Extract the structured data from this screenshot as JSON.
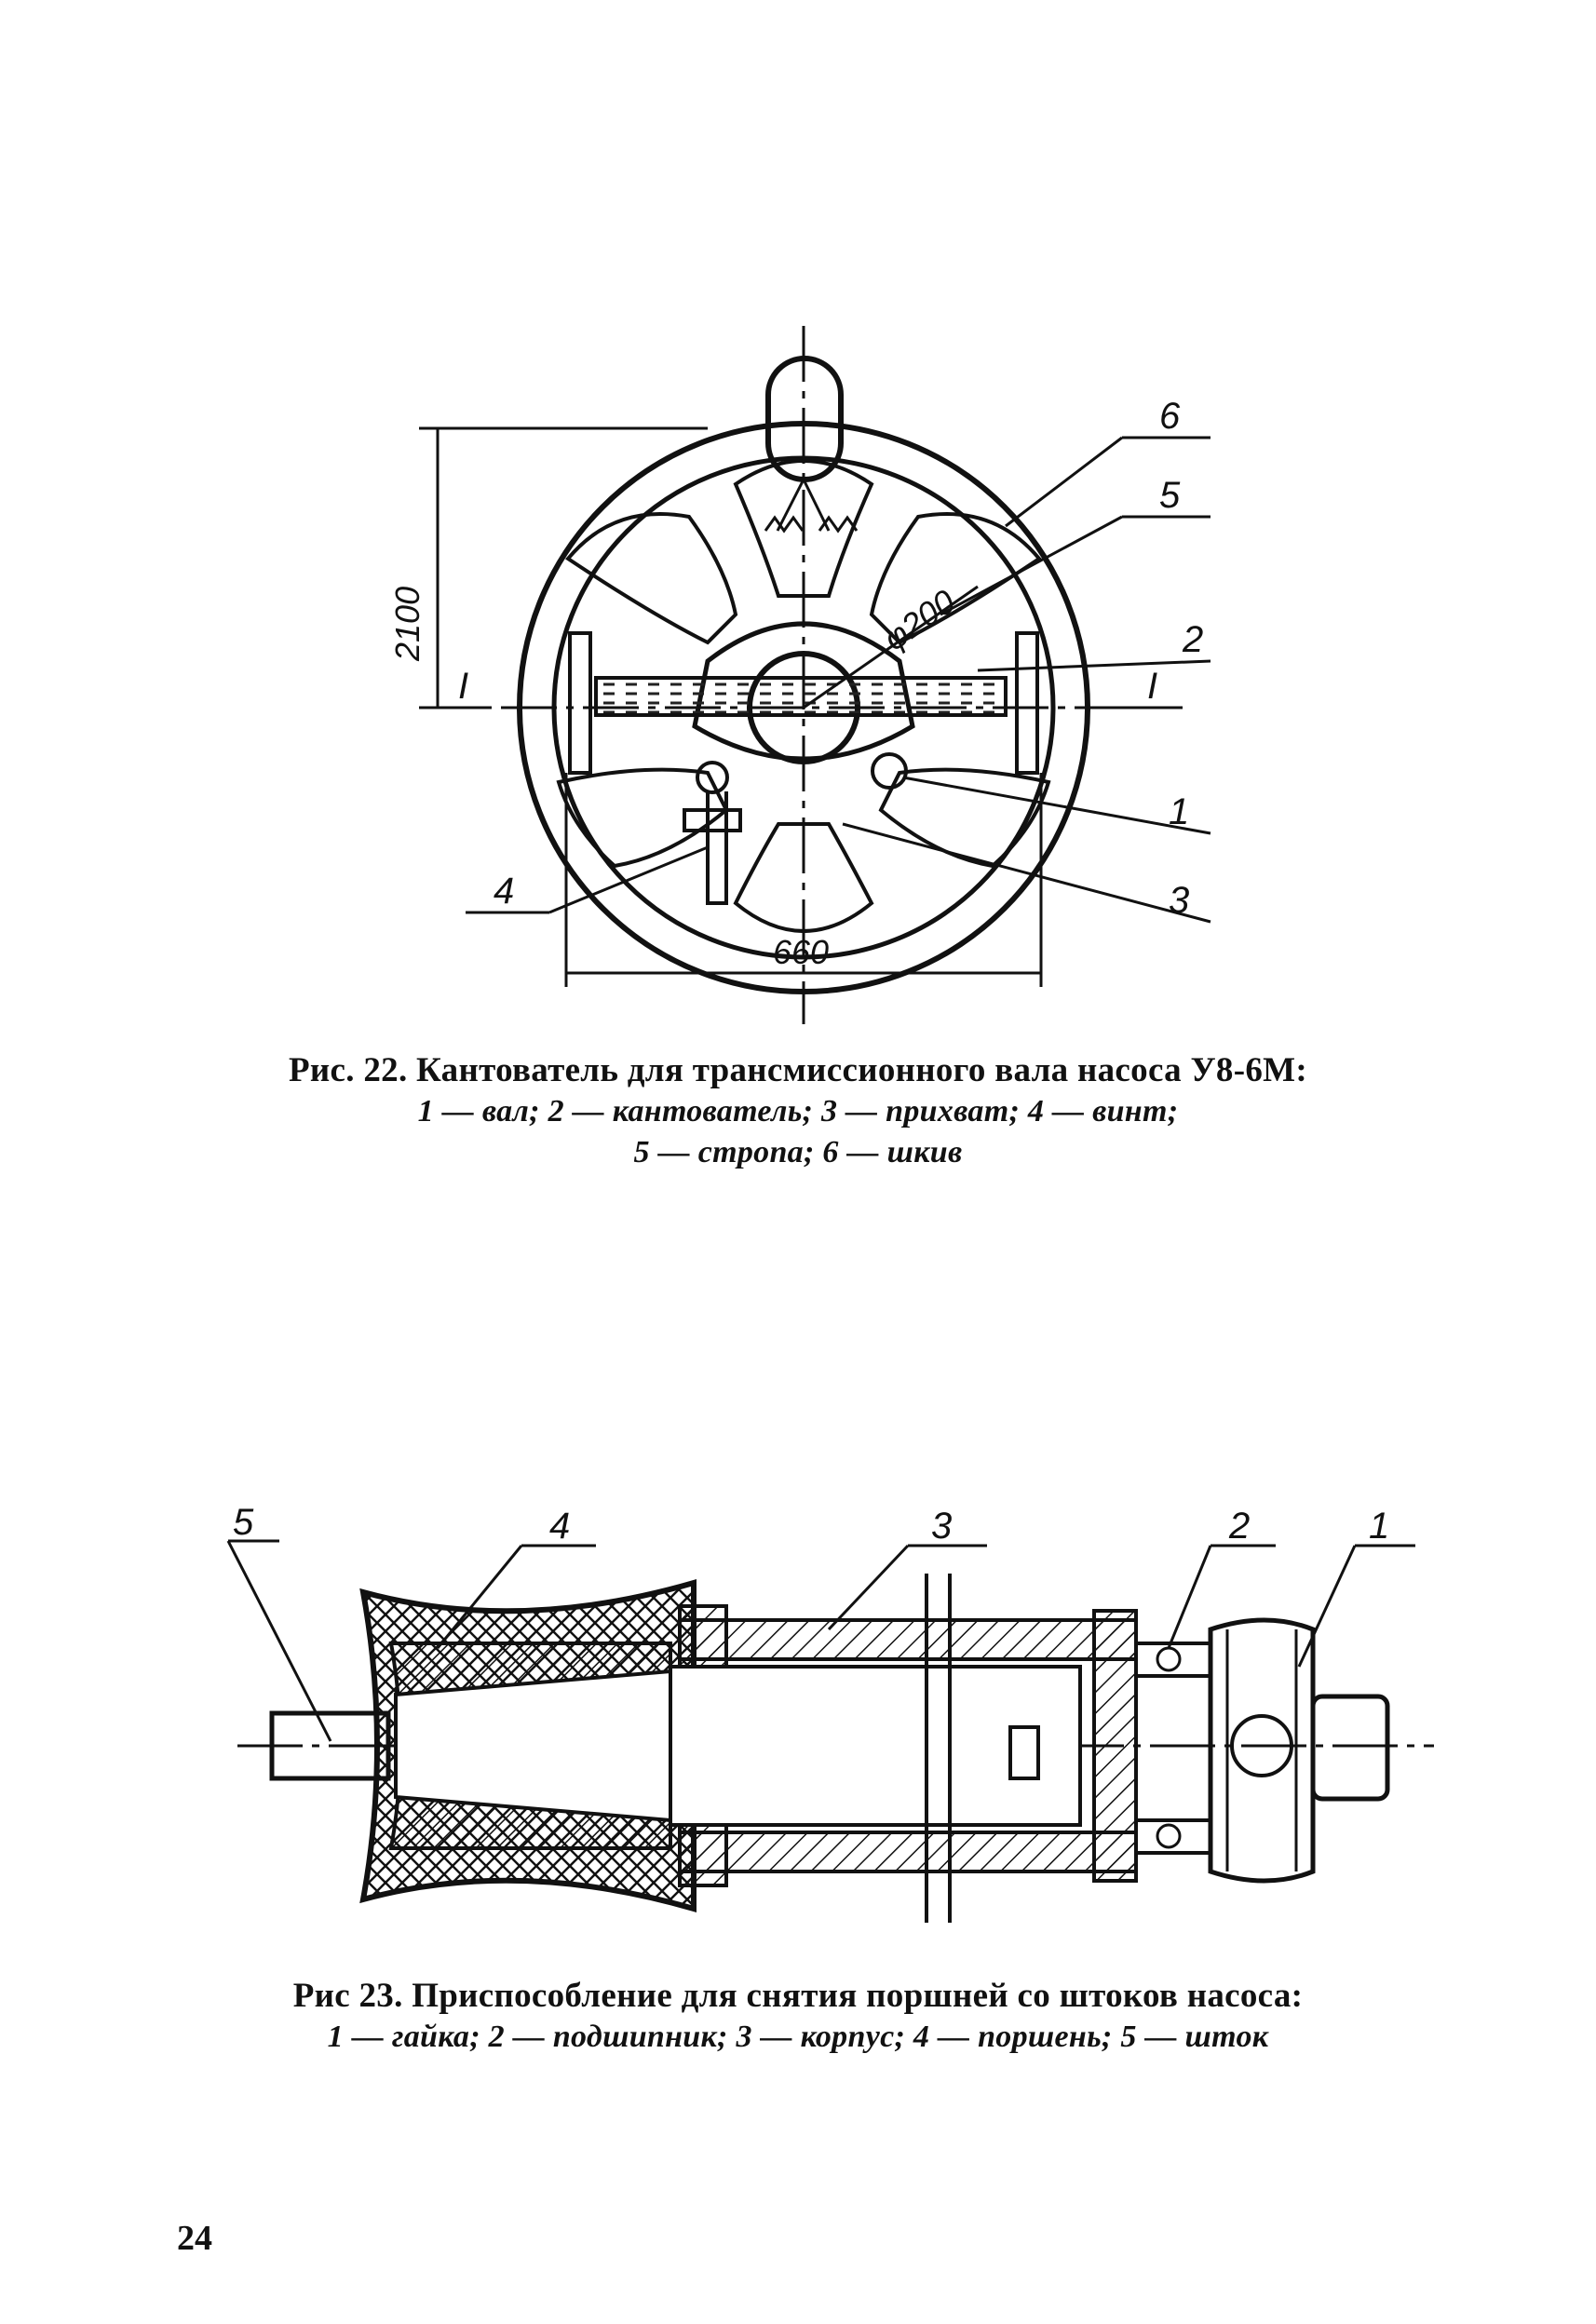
{
  "figure22": {
    "caption_title": "Рис. 22. Кантователь для трансмиссионного вала насоса У8-6М:",
    "caption_legend_1": "1 — вал; 2 — кантователь; 3 — прихват; 4 — винт;",
    "caption_legend_2": "5 — стропа; 6 — шкив",
    "dim_height": "2100",
    "dim_diameter": "φ200",
    "dim_width": "660",
    "section_left": "I",
    "section_right": "I",
    "callouts": [
      "6",
      "5",
      "2",
      "1",
      "4",
      "3"
    ]
  },
  "figure23": {
    "caption_title": "Рис 23. Приспособление для снятия поршней со штоков насоса:",
    "caption_legend": "1 — гайка; 2 — подшипник; 3 — корпус; 4 — поршень; 5 — шток",
    "callouts": [
      "5",
      "4",
      "3",
      "2",
      "1"
    ]
  },
  "page_number": "24"
}
